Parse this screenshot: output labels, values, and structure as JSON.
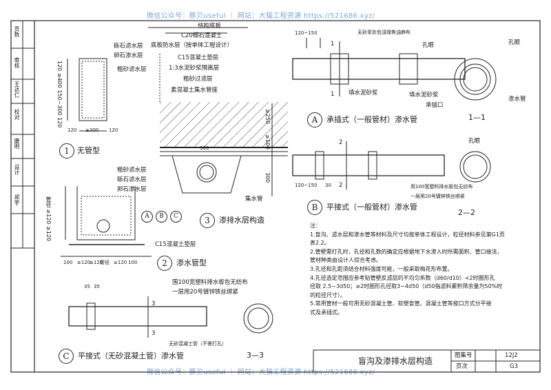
{
  "watermark_top": "微信公众号：豚贝useful ｜ 网站：大猫工程资源 https://521686.xyz/",
  "watermark_bottom": "微信公众号：豚贝useful ｜ 网站：大猫工程资源 https://521686.xyz/",
  "side_panel": [
    "页数",
    "审核",
    "王达仁",
    "校对",
    "康明",
    "设计",
    "郑宇"
  ],
  "fig1": {
    "labels": [
      "砾石滤水层",
      "卵石渗水层",
      "粗砂滤水层"
    ],
    "dims_v": [
      "120 ≥400 150~300 120"
    ],
    "dims_h": [
      "120",
      "≥300",
      "120"
    ],
    "caption_num": "1",
    "caption": "无管型"
  },
  "fig2": {
    "labels": [
      "粗砂滤水层",
      "砾石滤水层",
      "卵石渗水层",
      "C15混凝土垫层"
    ],
    "dims_v": [
      "管径 ≥120 ≥120"
    ],
    "dims_h": [
      "100",
      "≥120",
      "≥120",
      "管径",
      "≥120",
      "100"
    ],
    "refs": [
      "A",
      "B",
      "C"
    ],
    "caption_num": "2",
    "caption": "渗水管型"
  },
  "fig3": {
    "labels": [
      "结构底板",
      "C20细石混凝土",
      "底板防水层（按单体工程设计）",
      "C15混凝土垫层",
      "1:3水泥砂浆隔离层",
      "粗砂过滤层",
      "素混凝土集水管座"
    ],
    "dims": [
      "≥250",
      "≥100",
      "300",
      "300"
    ],
    "pipe_label": "集水管",
    "caption_num": "3",
    "caption": "渗排水层构造"
  },
  "figA": {
    "labels": [
      "无砂浆处包浸煤焦油麻布",
      "孔眼",
      "孔眼",
      "填水泥砂浆",
      "填水泥砂浆",
      "承插口",
      "渗水管"
    ],
    "dims": [
      "120~150",
      "1",
      "1"
    ],
    "section": "1—1",
    "caption_num": "A",
    "caption": "承插式（一般管材）渗水管"
  },
  "figB": {
    "labels": [
      "孔眼",
      "用100宽塑料排水板包无纺布",
      "一层用20号镀锌铁丝绑紧"
    ],
    "dims": [
      "120~150",
      "30",
      "2",
      "2"
    ],
    "section": "2—2",
    "caption_num": "B",
    "caption": "平接式（一般管材）渗水管"
  },
  "figC": {
    "labels": [
      "围100宽塑料排水板包无纺布",
      "一层用20号镀锌铁丝绑紧",
      "无砂混凝土管（不需打孔）"
    ],
    "dims": [
      "35",
      "35",
      "3",
      "3"
    ],
    "section": "3—3",
    "caption_num": "C",
    "caption": "平接式（无砂混凝土管）渗水管"
  },
  "notes": {
    "title": "注：",
    "items": [
      "1.盲沟、滤水层和渗水管等材料及尺寸均按单体工程设计，粒径材料参见第G1页",
      "  表2.2。",
      "2.管壁需打孔时，孔径和孔数的确定应根据地下水渗入时所需面积、管口接法，",
      "  管材种类由设计人综合考虑。",
      "3.孔径和孔距须结合材料强度可能，一般采取梅花形布置。",
      "4.孔径选定范围应参考贴管壁反滤层的不均匀系数（d60/d10）<2时圈形孔",
      "  径取 2.5~3d50；≥2时圈形孔径取3~4d50（d50指滤料累积筛余量为50%时",
      "  的粒径尺寸）。",
      "5.常用管材一般可用无砂混凝土管、软塑盲管、混凝土管等按口方式分平接",
      "  式及承插式。"
    ]
  },
  "title_block": {
    "title": "盲沟及渗排水层构造",
    "atlas_label": "图集号",
    "atlas_value": "12J2",
    "page_label": "页次",
    "page_value": "G3"
  }
}
